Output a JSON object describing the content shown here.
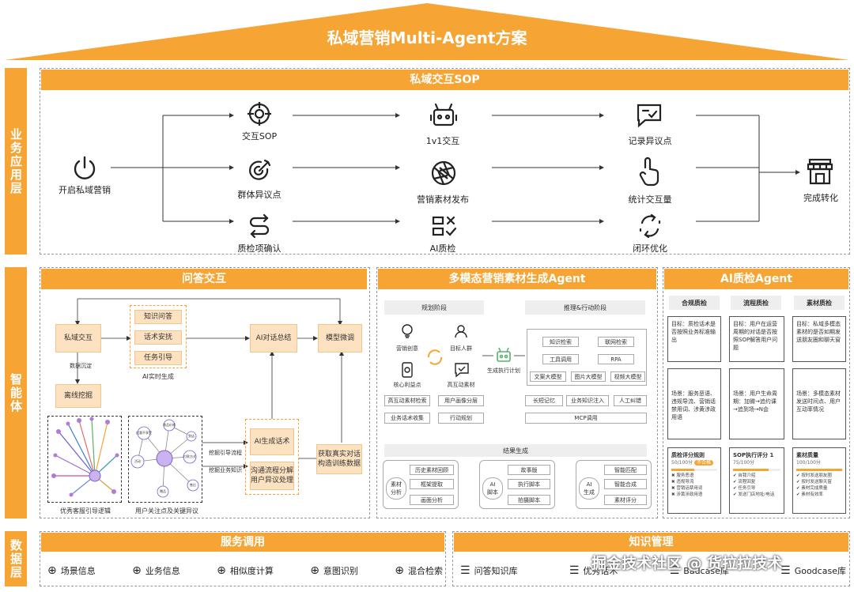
{
  "title": "私域营销Multi-Agent方案",
  "layers": {
    "business": "业务应用层",
    "agent": "智能体",
    "data": "数据层"
  },
  "sop": {
    "title": "私域交互SOP",
    "start": "开启私域营销",
    "col1": [
      "交互SOP",
      "群体异议点",
      "质检项确认"
    ],
    "col2": [
      "1v1交互",
      "营销素材发布",
      "AI质检"
    ],
    "col3": [
      "记录异议点",
      "统计交互量",
      "闭环优化"
    ],
    "end": "完成转化"
  },
  "qa": {
    "title": "问答交互",
    "private": "私域交互",
    "deposit": "数据沉淀",
    "mining": "离线挖掘",
    "kb": [
      "知识问答",
      "话术安抚",
      "任务引导"
    ],
    "realtime": "AI实时生成",
    "summary": "AI对话总结",
    "tune": "模型微调",
    "gen_script": "AI生成话术",
    "flow": "沟通流程分解\n用户异议处理",
    "real_data": "获取真实对话\n构造训练数据",
    "flow_label1": "挖掘引导流程",
    "flow_label2": "挖掘业务知识",
    "cap1": "优秀客服引导逻辑",
    "cap2": "用户关注点及关键异议",
    "graph2_nodes": [
      "优惠不享受",
      "商品价格",
      "到店",
      "付款方式",
      "售后",
      "赠品",
      "活动"
    ]
  },
  "mm": {
    "title": "多模态营销素材生成Agent",
    "plan": "规划阶段",
    "reason": "推理&行动阶段",
    "plan_items": [
      "营销创意",
      "目标人群",
      "核心利益点",
      "高互动素材"
    ],
    "gen_plan": "生成执行计划",
    "tools": [
      "知识检索",
      "联网检索",
      "工具调用",
      "RPA",
      "文案大模型",
      "图片大模型",
      "视频大模型"
    ],
    "bottom_left": [
      "高互动素材检索",
      "用户画像分层",
      "业务话术收集",
      "行动规划"
    ],
    "bottom_right": [
      "长短记忆",
      "业务知识注入",
      "人工纠错",
      "MCP调用"
    ],
    "result": "结果生成",
    "g1": {
      "name": "素材\n分析",
      "items": [
        "历史素材回顾",
        "框架提取",
        "画面分析"
      ]
    },
    "g2": {
      "name": "AI\n脚本",
      "items": [
        "故事版",
        "执行脚本",
        "拍摄脚本"
      ]
    },
    "g3": {
      "name": "AI\n生成",
      "items": [
        "智能匹配",
        "智能合成",
        "素材评分"
      ]
    }
  },
  "qc": {
    "title": "AI质检Agent",
    "cols": [
      {
        "head": "合规质检",
        "goal": "目标：质检话术是否按照业务标准输出",
        "scene": "场景：服务恶语、违规导流、营销话禁用词、涉黄涉政用语",
        "score_title": "质检评分规则",
        "score": "50/100分",
        "badge": "不合格",
        "items": [
          "服务恶语",
          "违规导流",
          "营销话禁用词",
          "涉黄涉政用语"
        ]
      },
      {
        "head": "流程质检",
        "goal": "目标：用户在运营周期的对话是否按照SOP解答用户问题",
        "scene": "场景：用户生命周期：加微→追约课→追到场→N会",
        "score_title": "SOP执行评分 1",
        "score": "75/100分",
        "badge": "",
        "items": [
          "自我介绍",
          "流程回复",
          "任务引导",
          "发送门店地址/电话"
        ]
      },
      {
        "head": "素材质检",
        "goal": "目标：私域多模态素材的是否如期发送朋友圈和聊天窗",
        "scene": "场景：多模态素材发送时间点、用户互动率情况",
        "score_title": "素材质量",
        "score": "100/100分",
        "badge": "",
        "items": [
          "按时发送朋友圈",
          "按时发送聊天窗",
          "素材完成质量",
          "素材有效率"
        ]
      }
    ]
  },
  "service": {
    "title": "服务调用",
    "items": [
      "场景信息",
      "业务信息",
      "相似度计算",
      "意图识别",
      "混合检索"
    ]
  },
  "knowledge": {
    "title": "知识管理",
    "items": [
      "问答知识库",
      "优秀话术",
      "Badcase库",
      "Goodcase库"
    ]
  },
  "watermark": "掘金技术社区 @ 货拉拉技术",
  "colors": {
    "accent": "#f6a535",
    "light": "#fde2c2"
  }
}
